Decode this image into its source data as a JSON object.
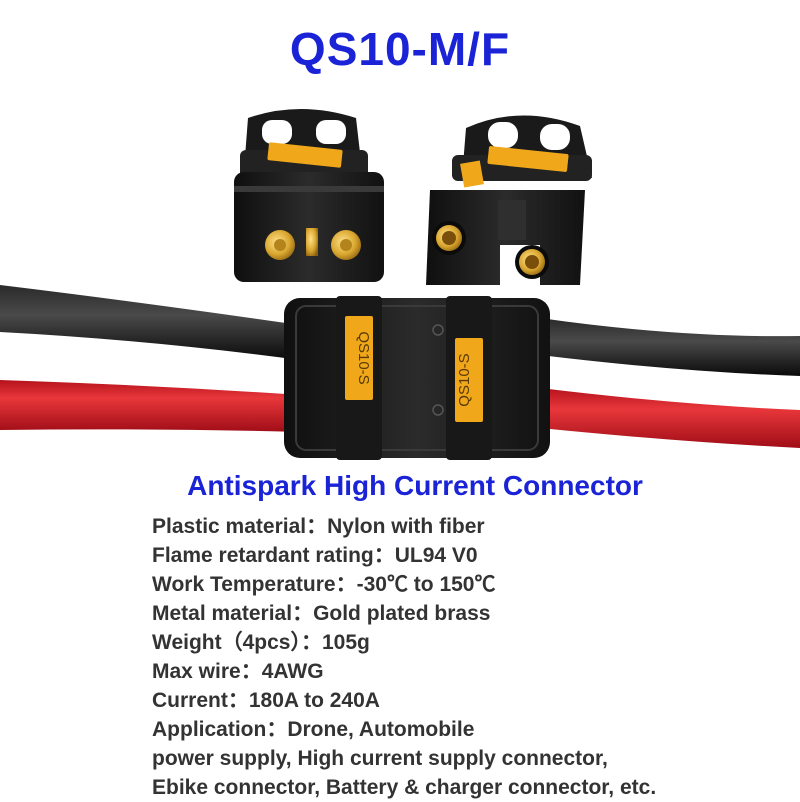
{
  "title": "QS10-M/F",
  "subtitle": "Antispark High Current Connector",
  "connector_marking": "QS10-S",
  "specs": [
    {
      "label": "Plastic material",
      "value": "Nylon with fiber"
    },
    {
      "label": "Flame retardant rating",
      "value": "UL94 V0"
    },
    {
      "label": "Work Temperature",
      "value": "-30℃ to 150℃"
    },
    {
      "label": "Metal material",
      "value": "Gold plated brass"
    },
    {
      "label": "Weight（4pcs）",
      "value": "105g"
    },
    {
      "label": "Max wire",
      "value": "4AWG"
    },
    {
      "label": "Current",
      "value": "180A to 240A"
    },
    {
      "label": "Application",
      "value": "Drone, Automobile"
    }
  ],
  "separator": "：",
  "application_lines": [
    "power supply, High current supply connector,",
    "Ebike connector, Battery & charger connector, etc."
  ],
  "colors": {
    "title": "#1a23d6",
    "housing": "#1c1c1c",
    "label_plate": "#f0a81a",
    "gold_pin": "#d9a62e",
    "black_wire": "#111111",
    "red_wire": "#d8232a"
  }
}
